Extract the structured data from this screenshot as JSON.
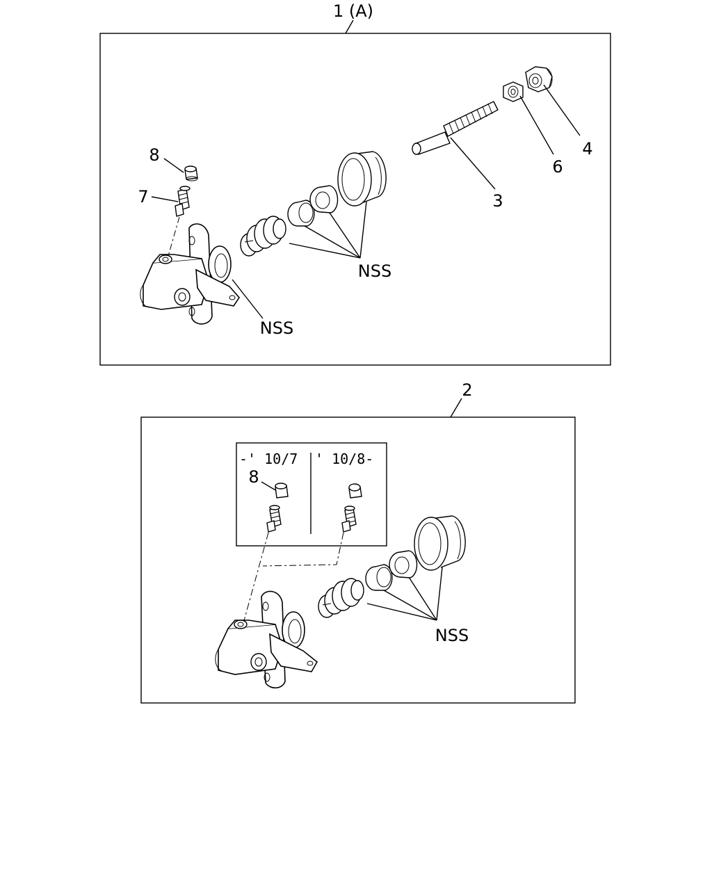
{
  "callouts": {
    "assembly_a": "1 (A)",
    "assembly_2": "2",
    "item_3": "3",
    "item_4": "4",
    "item_6": "6",
    "item_7": "7",
    "item_8_top": "8",
    "item_8_inset": "8",
    "nss_top_kit": "NSS",
    "nss_top_body": "NSS",
    "nss_bottom_kit": "NSS"
  },
  "inset": {
    "left_label": "-' 10/7",
    "right_label": "' 10/8-"
  },
  "colors": {
    "line": "#000000",
    "background": "#ffffff"
  }
}
